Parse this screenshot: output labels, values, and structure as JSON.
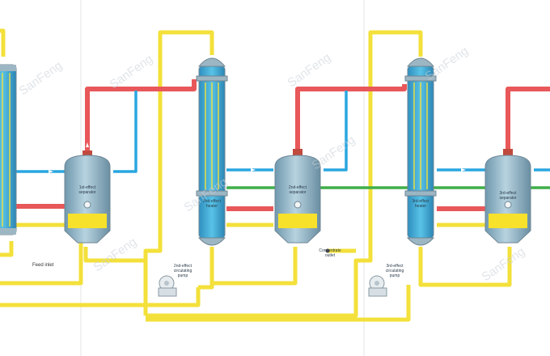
{
  "watermark": "SanFeng",
  "colors": {
    "steam": "#e8585a",
    "vapor": "#2aa6e0",
    "liquid": "#f3e03a",
    "cooling": "#3fae49",
    "vessel": "#8fb6c9",
    "outline": "#7a8e9b"
  },
  "labels": {
    "feed_inlet": "Feed inlet",
    "sep1": [
      "1st-effect",
      "separator"
    ],
    "heater2": [
      "2nd-effect",
      "heater"
    ],
    "sep2": [
      "2nd-effect",
      "separator"
    ],
    "pump2": [
      "2nd-effect",
      "circulating",
      "pump"
    ],
    "concentrate": [
      "Concentrate",
      "outlet"
    ],
    "heater3": [
      "3rd-effect",
      "heater"
    ],
    "pump3": [
      "3rd-effect",
      "circulating",
      "pump"
    ],
    "sep3": [
      "3rd-effect",
      "separator"
    ]
  }
}
